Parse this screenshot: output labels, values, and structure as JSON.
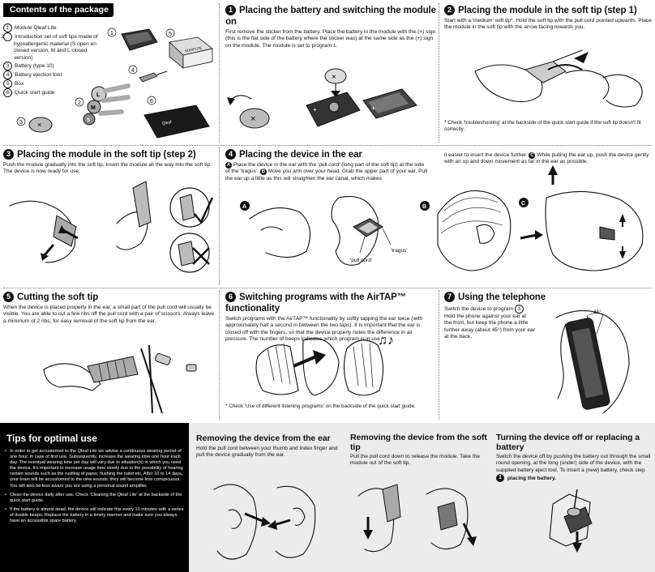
{
  "contents": {
    "title": "Contents of the package",
    "items": [
      {
        "n": "1",
        "text": "Module Qleaf Lite"
      },
      {
        "n": "2",
        "text": "Introduction set of soft tips made of hypoallergenic material (S open en closed version, M and L closed version)"
      },
      {
        "n": "3",
        "text": "Battery (type 10)"
      },
      {
        "n": "4",
        "text": "Battery ejection tool"
      },
      {
        "n": "5",
        "text": "Box"
      },
      {
        "n": "6",
        "text": "Quick start guide"
      }
    ],
    "box_brand": "QLEAFLITE"
  },
  "step1": {
    "n": "1",
    "title": "Placing the battery and switching the module on",
    "text": "First remove the sticker from the battery. Place the battery in the module with the (+) sign (this is the flat side of the battery where the sticker was) at the same side as the (+) sign on the module. The module is set to program 1."
  },
  "step2": {
    "n": "2",
    "title": "Placing the module in the soft tip (step 1)",
    "text": "Start with a 'medium' soft tip*. Hold the soft tip with the pull cord pointed upwards. Place the module in the soft tip with the arrow facing towards you.",
    "note": "* Check 'troubleshooting' at the backside of the quick start guide if the soft tip doesn't fit correctly."
  },
  "step3": {
    "n": "3",
    "title": "Placing the module in the soft tip (step 2)",
    "text": "Push the module gradually into the soft tip. Insert the module all the way into the soft tip. The device is now ready for use."
  },
  "step4": {
    "n": "4",
    "title": "Placing the device in the ear",
    "a_text": "Place the device in the ear with the 'pull cord' (long part of the soft tip) at the side of the 'tragus'.",
    "b_text": "Move you arm over your head. Grab the upper part of your ear. Pull the ear up a little as this will straighten the ear canal, which makes",
    "c_pre": "it easier to insert the device further.",
    "c_text": "While pulling the ear up, push the device gently with an up and down movement as far in the ear as possible.",
    "label_pull": "'pull cord'",
    "label_tragus": "'tragus'",
    "a": "A",
    "b": "B",
    "c": "C"
  },
  "step5": {
    "n": "5",
    "title": "Cutting the soft tip",
    "text": "When the device is placed properly in the ear, a small part of the pull cord will usually be visible. You are able to cut a few ribs off the pull cord with a pair of scissors. Always leave a minimum of 2 ribs, for easy removal of the soft tip from the ear."
  },
  "step6": {
    "n": "6",
    "title": "Switching programs with the AirTAP™ functionality",
    "text": "Switch programs with the AirTAP™ functionality by softly tapping the ear twice (with approximately half a second in between the two taps). It is important that the ear is closed off with the fingers, so that the device properly notes the difference in air pressure. The number of beeps indicates which program is in use *.",
    "note": "* Check 'Use of different listening programs' on the backside of the quick start guide.",
    "music": "♫♪"
  },
  "step7": {
    "n": "7",
    "title": "Using the telephone",
    "text_pre": "Switch the device to program",
    "program": "3",
    "text_post": "Hold the phone against your ear at the front, but keep the phone a little further away (about 45°) from your ear at the back.",
    "angle": "45°"
  },
  "tips": {
    "title": "Tips for optimal use",
    "items": [
      "In order to get accustomed to the Qleaf Lite we advise a continuous wearing period of one hour, in case of first use. Subsequently, increase the wearing time one hour each day. The eventual wearing time per day will vary due to situation(s) in which you need the device. It's important to increase usage time slowly due to the possibility of hearing certain sounds such as the rustling of paper, flushing the toilet etc. After 10 to 14 days, your brain will be accustomed to the new sounds; they will become less conspicuous. You will also be less aware you are using a personal sound amplifier.",
      "Clean the device daily after use. Check 'Cleaning the Qleaf Lite' at the backside of the quick start guide.",
      "If the battery is almost dead, the device will indicate this every 10 minutes with a series of double beeps. Replace the battery in a timely manner and make sure you always have an accessible spare battery."
    ]
  },
  "remove_ear": {
    "title": "Removing the device from the ear",
    "text": "Hold the pull cord between your thumb and index finger and pull the device gradually from the ear."
  },
  "remove_tip": {
    "title": "Removing the device from the soft tip",
    "text": "Pull the pull cord down to release the module. Take the module out of the soft tip."
  },
  "turn_off": {
    "title": "Turning the device off or replacing a battery",
    "text": "Switch the device off by pushing the battery out through the small round opening, at the long (under) side of the device, with the supplied battery eject tool. To insert a (new) battery, check step",
    "step_ref": "1",
    "step_ref_label": "placing the battery."
  }
}
